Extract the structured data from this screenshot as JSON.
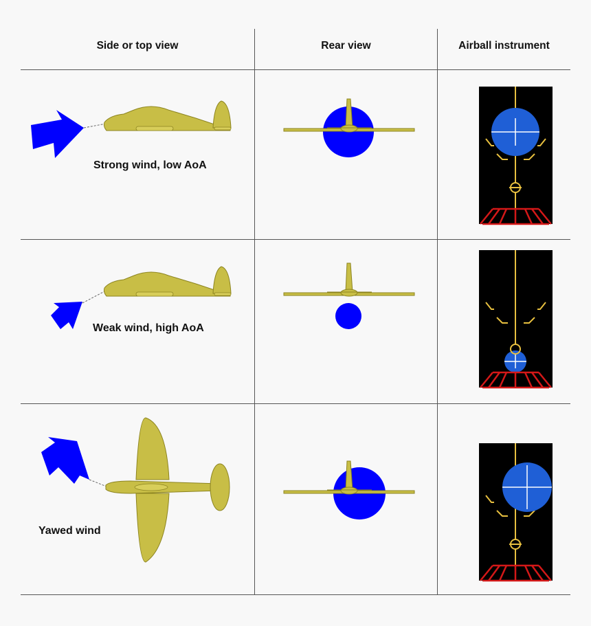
{
  "headers": {
    "side_view": "Side or top view",
    "rear_view": "Rear view",
    "instrument": "Airball instrument"
  },
  "rows": [
    {
      "caption": "Strong wind, low AoA"
    },
    {
      "caption": "Weak wind, high AoA"
    },
    {
      "caption": "Yawed wind"
    }
  ],
  "colors": {
    "arrow": "#0000ff",
    "plane": "#c8be46",
    "airball": "#1f5fd6",
    "instrument_bg": "#000000",
    "instrument_lines": "#e8c040",
    "instrument_base": "#d41818"
  }
}
